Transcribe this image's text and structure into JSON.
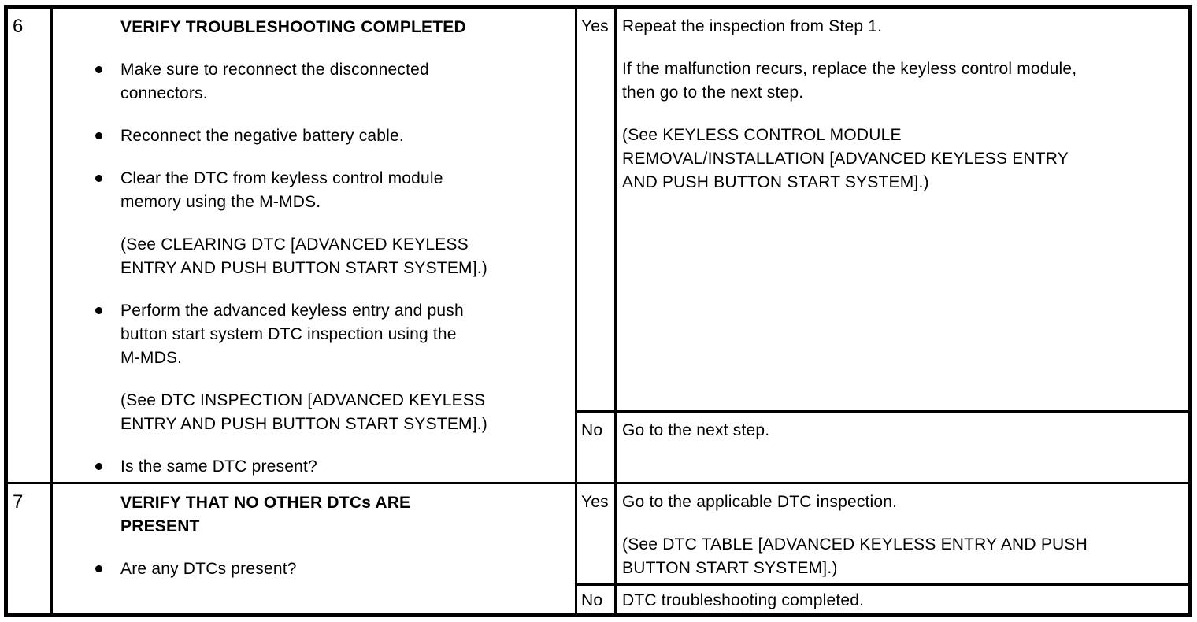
{
  "colors": {
    "text": "#000000",
    "background": "#ffffff",
    "table_border": "#000000"
  },
  "table": {
    "rows": [
      {
        "step": "6",
        "heading": "VERIFY TROUBLESHOOTING COMPLETED",
        "items": [
          {
            "kind": "bullet",
            "text": "Make sure to reconnect the disconnected\nconnectors."
          },
          {
            "kind": "bullet",
            "text": "Reconnect the negative battery cable."
          },
          {
            "kind": "bullet",
            "text": "Clear the DTC from keyless control module\nmemory using the M-MDS."
          },
          {
            "kind": "note",
            "text": "(See CLEARING DTC [ADVANCED KEYLESS\nENTRY AND PUSH BUTTON START SYSTEM].)"
          },
          {
            "kind": "bullet",
            "text": "Perform the advanced keyless entry and push\nbutton start system DTC inspection using the\nM-MDS."
          },
          {
            "kind": "note",
            "text": "(See DTC INSPECTION [ADVANCED KEYLESS\nENTRY AND PUSH BUTTON START SYSTEM].)"
          },
          {
            "kind": "bullet",
            "text": "Is the same DTC present?"
          }
        ],
        "outcomes": [
          {
            "label": "Yes",
            "paragraphs": [
              "Repeat the inspection from Step 1.",
              "If the malfunction recurs, replace the keyless control module,\nthen go to the next step.",
              "(See KEYLESS CONTROL MODULE\nREMOVAL/INSTALLATION [ADVANCED KEYLESS ENTRY\nAND PUSH BUTTON START SYSTEM].)"
            ]
          },
          {
            "label": "No",
            "paragraphs": [
              "Go to the next step."
            ]
          }
        ]
      },
      {
        "step": "7",
        "heading": "VERIFY THAT NO OTHER DTCs ARE\nPRESENT",
        "items": [
          {
            "kind": "bullet",
            "text": "Are any DTCs present?"
          }
        ],
        "outcomes": [
          {
            "label": "Yes",
            "paragraphs": [
              "Go to the applicable DTC inspection.",
              "(See DTC TABLE [ADVANCED KEYLESS ENTRY AND PUSH\nBUTTON START SYSTEM].)"
            ]
          },
          {
            "label": "No",
            "paragraphs": [
              "DTC troubleshooting completed."
            ]
          }
        ]
      }
    ]
  }
}
